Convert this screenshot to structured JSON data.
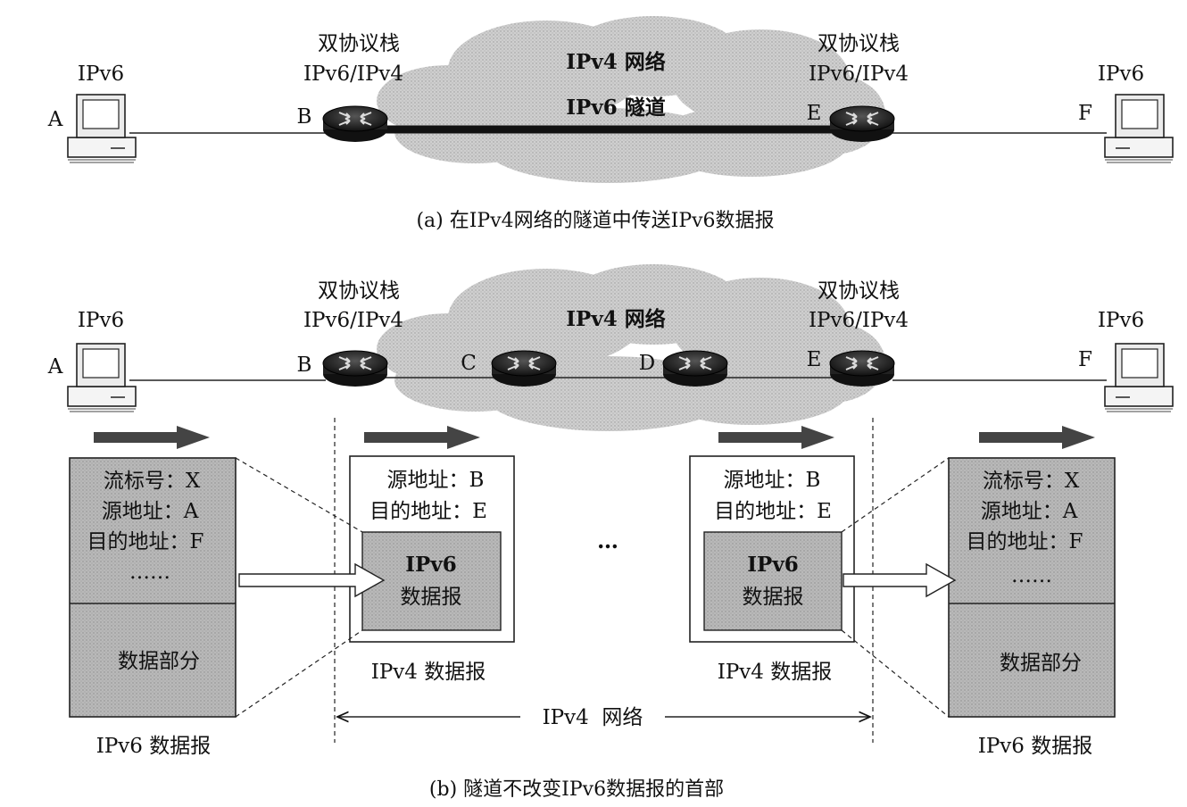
{
  "part_a": {
    "caption": "(a) 在IPv4网络的隧道中传送IPv6数据报",
    "left_host_type": "IPv6",
    "right_host_type": "IPv6",
    "host_a": "A",
    "host_f": "F",
    "router_b": "B",
    "router_e": "E",
    "stack_label": "双协议栈",
    "stack_protocols": "IPv6/IPv4",
    "cloud_label": "IPv4 网络",
    "tunnel_label": "IPv6 隧道"
  },
  "part_b": {
    "caption": "(b) 隧道不改变IPv6数据报的首部",
    "left_host_type": "IPv6",
    "right_host_type": "IPv6",
    "host_a": "A",
    "host_f": "F",
    "router_b": "B",
    "router_c": "C",
    "router_d": "D",
    "router_e": "E",
    "stack_label": "双协议栈",
    "stack_protocols": "IPv6/IPv4",
    "cloud_label": "IPv4 网络",
    "ipv6_header_lines": [
      "流标号：X",
      "源地址：A",
      "目的地址：F",
      "……"
    ],
    "ipv6_data_part": "数据部分",
    "ipv6_datagram_label": "IPv6 数据报",
    "ipv4_header_lines": [
      "源地址：B",
      "目的地址：E"
    ],
    "ipv4_payload_lines": [
      "IPv6",
      "数据报"
    ],
    "ipv4_datagram_label": "IPv4 数据报",
    "ellipsis": "…",
    "span_label": "IPv4  网络"
  }
}
